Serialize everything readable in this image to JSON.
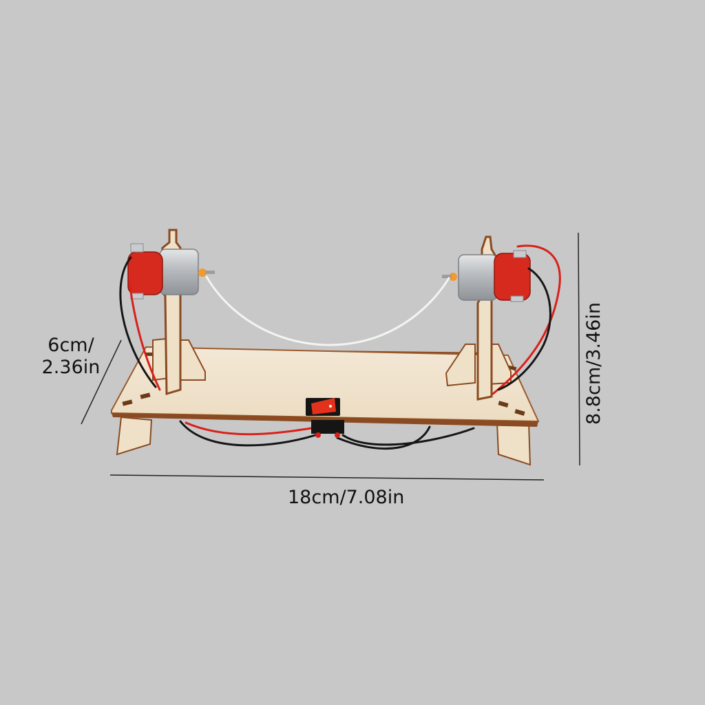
{
  "dimensions": {
    "depth_line1": "6cm/",
    "depth_line2": "2.36in",
    "width": "18cm/7.08in",
    "height": "8.8cm/3.46in"
  },
  "colors": {
    "background": "#c8c8c8",
    "wood": "#f1e3cc",
    "wood_edge": "#8a4a22",
    "motor_red": "#d62a1e",
    "motor_metal": "#b9bcc0",
    "wire_red": "#d8201a",
    "wire_black": "#151515",
    "string": "#f4f4f2",
    "switch_red": "#e3321c"
  }
}
